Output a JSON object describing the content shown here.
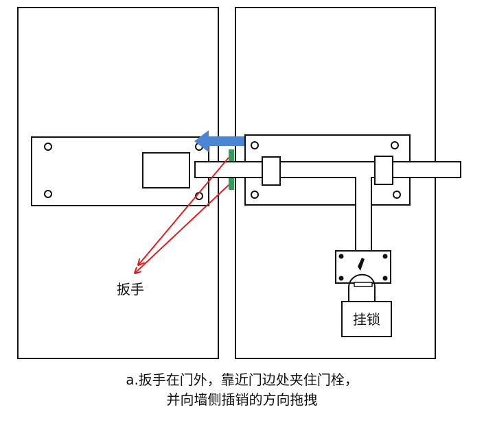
{
  "labels": {
    "wrench": "扳手",
    "padlock": "挂锁"
  },
  "caption": {
    "line1": "a.扳手在门外，靠近门边处夹住门栓，",
    "line2": "并向墙侧插销的方向拖拽"
  },
  "colors": {
    "outline": "#111111",
    "wrench_arrows": "#e11d1d",
    "pull_arrow": "#4a86d4",
    "clamp_jaws": "#2e9e5f"
  }
}
